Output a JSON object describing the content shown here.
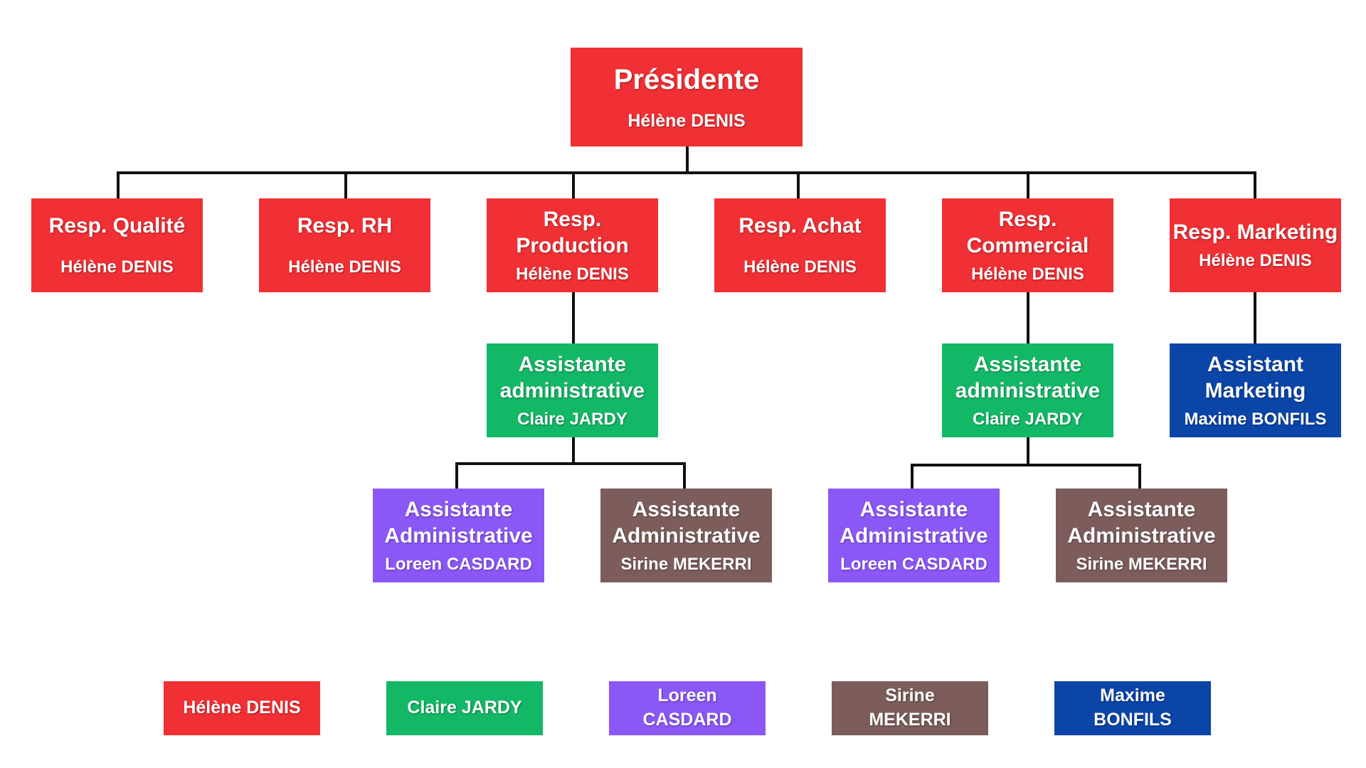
{
  "colors": {
    "red": "#F03034",
    "green": "#13B866",
    "purple": "#8B57F7",
    "brown": "#7C5D5C",
    "blue": "#0B45A8"
  },
  "nodes": {
    "president": {
      "role": "Présidente",
      "name": "Hélène DENIS"
    },
    "quality": {
      "role": "Resp. Qualité",
      "name": "Hélène DENIS"
    },
    "hr": {
      "role": "Resp. RH",
      "name": "Hélène DENIS"
    },
    "production": {
      "role": "Resp. Production",
      "name": "Hélène DENIS"
    },
    "purchasing": {
      "role": "Resp. Achat",
      "name": "Hélène DENIS"
    },
    "commercial": {
      "role": "Resp. Commercial",
      "name": "Hélène DENIS"
    },
    "marketing": {
      "role": "Resp. Marketing",
      "name": "Hélène DENIS"
    },
    "prod_assistant": {
      "role": "Assistante administrative",
      "name": "Claire JARDY"
    },
    "com_assistant": {
      "role": "Assistante administrative",
      "name": "Claire JARDY"
    },
    "mkt_assistant": {
      "role": "Assistant Marketing",
      "name": "Maxime BONFILS"
    },
    "prod_admin_1": {
      "role": "Assistante Administrative",
      "name": "Loreen CASDARD"
    },
    "prod_admin_2": {
      "role": "Assistante Administrative",
      "name": "Sirine MEKERRI"
    },
    "com_admin_1": {
      "role": "Assistante Administrative",
      "name": "Loreen CASDARD"
    },
    "com_admin_2": {
      "role": "Assistante Administrative",
      "name": "Sirine MEKERRI"
    }
  },
  "legend": [
    {
      "label": "Hélène DENIS",
      "color": "#F03034"
    },
    {
      "label": "Claire JARDY",
      "color": "#13B866"
    },
    {
      "label": "Loreen CASDARD",
      "color": "#8B57F7"
    },
    {
      "label": "Sirine MEKERRI",
      "color": "#7C5D5C"
    },
    {
      "label": "Maxime BONFILS",
      "color": "#0B45A8"
    }
  ]
}
